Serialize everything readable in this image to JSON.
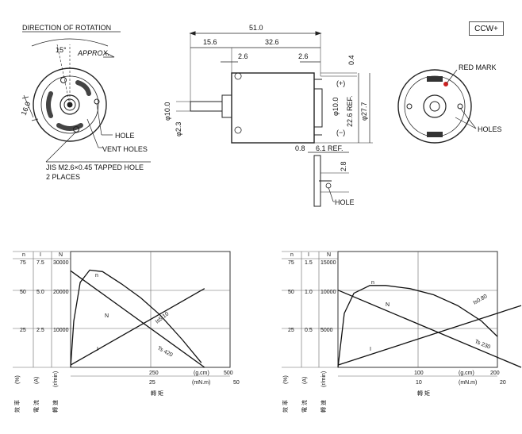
{
  "rotation": {
    "label": "DIRECTION OF ROTATION",
    "angle": "15°",
    "approx": "APPROX."
  },
  "badge": "CCW+",
  "front": {
    "pcd": "16.0",
    "hole": "HOLE",
    "vent": "VENT HOLES",
    "tapped": "JIS M2.6×0.45 TAPPED HOLE",
    "places": "2 PLACES"
  },
  "side": {
    "d_51": "51.0",
    "d_15_6": "15.6",
    "d_32_6": "32.6",
    "d_2_6a": "2.6",
    "d_2_6b": "2.6",
    "d_0_4": "0.4",
    "d_shaft": "φ10.0",
    "d_2_3": "φ2.3",
    "d_boss": "φ10.0",
    "d_226": "22.6 REF.",
    "d_277": "φ27.7",
    "plus": "(+)",
    "minus": "(−)",
    "d_0_8": "0.8",
    "d_6_1": "6.1 REF.",
    "d_2_8": "2.8",
    "hole": "HOLE"
  },
  "rear": {
    "red": "RED MARK",
    "holes": "HOLES"
  },
  "charts": [
    {
      "y_headers": {
        "n": "n",
        "i": "I",
        "N": "N"
      },
      "y_units": {
        "n": "(%)",
        "i": "(A)",
        "N": "(r/min)"
      },
      "y_names": {
        "n": "效 率",
        "i": "電 流",
        "N": "轉 速"
      },
      "x_name": "轉 矩",
      "x_units": {
        "gcm": "(g.cm)",
        "mNm": "(mN.m)"
      },
      "ticks_n": [
        "75",
        "50",
        "25"
      ],
      "ticks_i": [
        "7.5",
        "5.0",
        "2.5"
      ],
      "ticks_N": [
        "30000",
        "20000",
        "10000"
      ],
      "ticks_gcm": [
        "250",
        "500"
      ],
      "ticks_mNm": [
        "25",
        "50"
      ],
      "curve_labels": {
        "n": "n",
        "N": "N",
        "I": "I",
        "is": "Is5.10",
        "ts": "Ts 420"
      }
    },
    {
      "y_headers": {
        "n": "n",
        "i": "I",
        "N": "N"
      },
      "y_units": {
        "n": "(%)",
        "i": "(A)",
        "N": "(r/min)"
      },
      "y_names": {
        "n": "效 率",
        "i": "電 流",
        "N": "轉 速"
      },
      "x_name": "轉 矩",
      "x_units": {
        "gcm": "(g.cm)",
        "mNm": "(mN.m)"
      },
      "ticks_n": [
        "75",
        "50",
        "25"
      ],
      "ticks_i": [
        "1.5",
        "1.0",
        "0.5"
      ],
      "ticks_N": [
        "15000",
        "10000",
        "5000"
      ],
      "ticks_gcm": [
        "100",
        "200"
      ],
      "ticks_mNm": [
        "10",
        "20"
      ],
      "curve_labels": {
        "n": "n",
        "N": "N",
        "I": "I",
        "is": "Is0.80",
        "ts": "Ts 230"
      }
    }
  ],
  "chart_data": [
    {
      "type": "line",
      "x_units": "g.cm",
      "xlim": [
        0,
        500
      ],
      "series": [
        {
          "name": "N",
          "unit": "r/min",
          "x": [
            0,
            420
          ],
          "values": [
            25000,
            0
          ]
        },
        {
          "name": "I",
          "unit": "A",
          "x": [
            0,
            420
          ],
          "values": [
            0.15,
            5.1
          ]
        },
        {
          "name": "n",
          "unit": "%",
          "x": [
            0,
            10,
            30,
            60,
            100,
            160,
            220,
            280,
            350,
            410
          ],
          "values": [
            0,
            30,
            55,
            63,
            62,
            54,
            45,
            34,
            18,
            3
          ]
        }
      ]
    },
    {
      "type": "line",
      "x_units": "g.cm",
      "xlim": [
        0,
        200
      ],
      "series": [
        {
          "name": "N",
          "unit": "r/min",
          "x": [
            0,
            230
          ],
          "values": [
            10000,
            0
          ]
        },
        {
          "name": "I",
          "unit": "A",
          "x": [
            0,
            230
          ],
          "values": [
            0.03,
            0.8
          ]
        },
        {
          "name": "n",
          "unit": "%",
          "x": [
            0,
            8,
            20,
            40,
            60,
            90,
            120,
            150,
            180,
            200
          ],
          "values": [
            0,
            35,
            48,
            53,
            53,
            51,
            47,
            40,
            30,
            20
          ]
        }
      ]
    }
  ]
}
